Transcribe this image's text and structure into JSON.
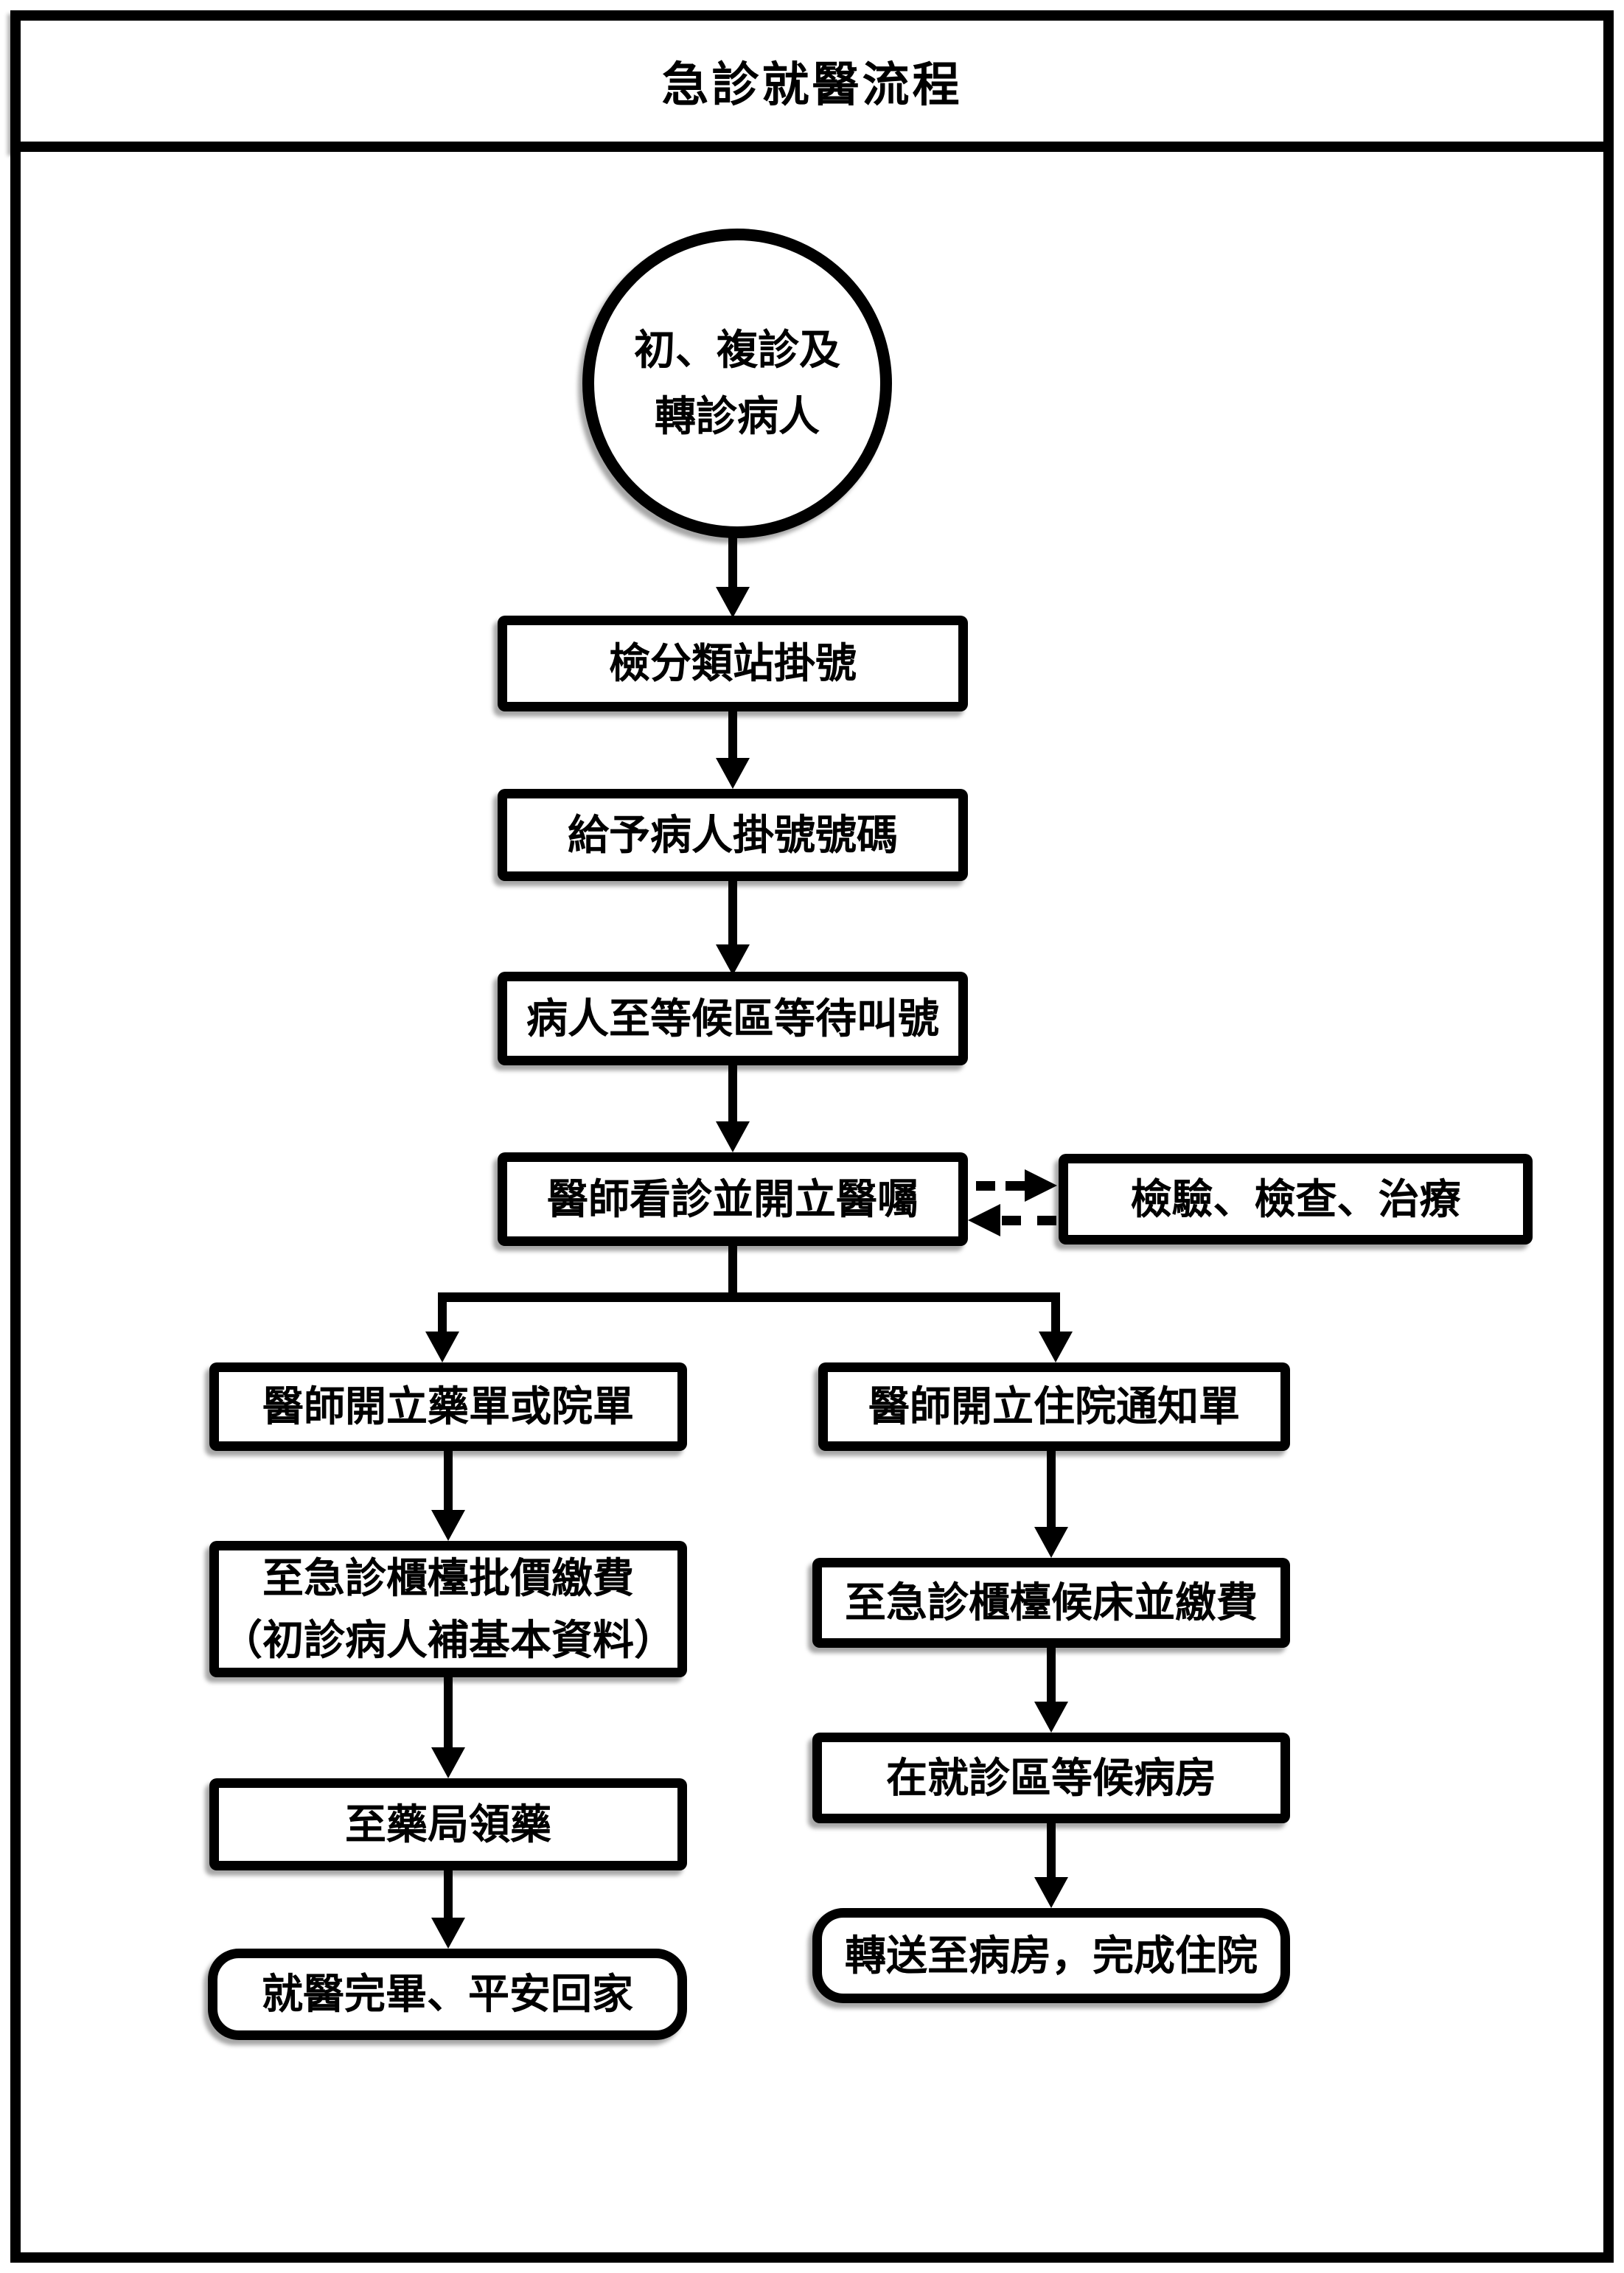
{
  "title": "急診就醫流程",
  "colors": {
    "ink": "#000000",
    "paper": "#ffffff"
  },
  "nodes": {
    "start_line1": "初、複診及",
    "start_line2": "轉診病人",
    "triage": "檢分類站掛號",
    "give_number": "給予病人掛號號碼",
    "wait_call": "病人至等候區等待叫號",
    "doctor_exam": "醫師看診並開立醫囑",
    "tests": "檢驗、檢查、治療",
    "rx_order": "醫師開立藥單或院單",
    "cashier_line1": "至急診櫃檯批價繳費",
    "cashier_line2": "（初診病人補基本資料）",
    "pharmacy": "至藥局領藥",
    "go_home": "就醫完畢、平安回家",
    "admit_notice": "醫師開立住院通知單",
    "bed_fee": "至急診櫃檯候床並繳費",
    "wait_ward": "在就診區等候病房",
    "to_ward": "轉送至病房，完成住院"
  }
}
